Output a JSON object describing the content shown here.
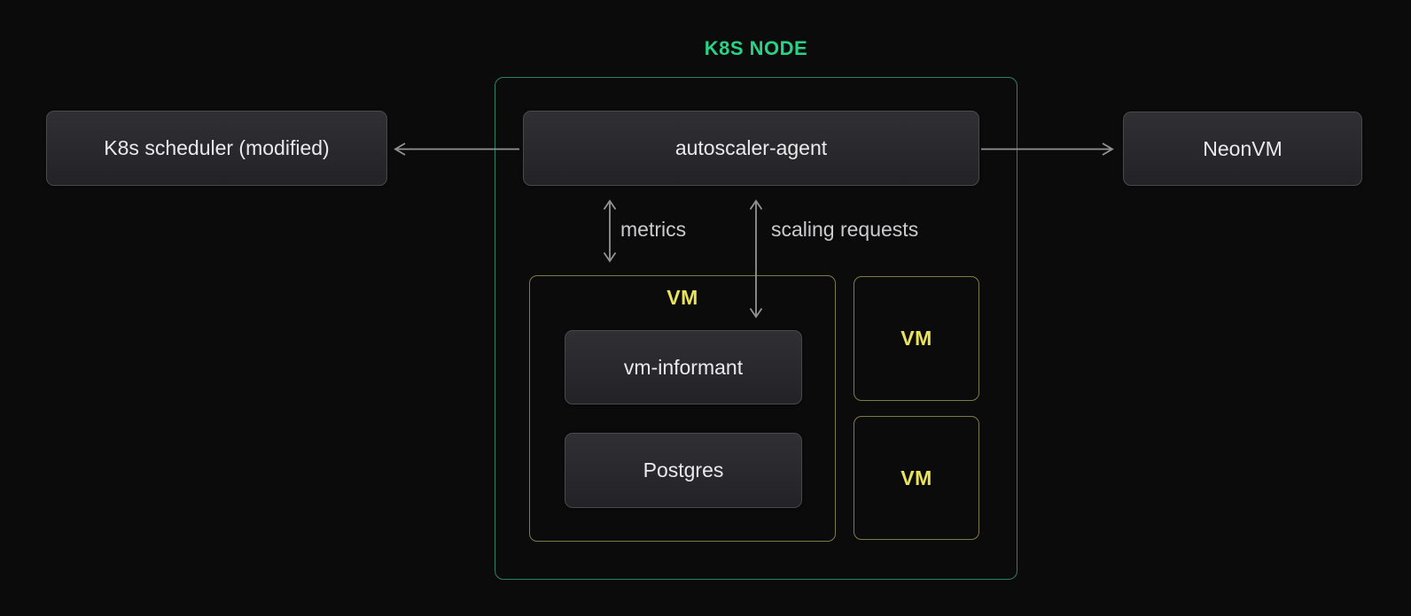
{
  "title": "K8S NODE",
  "left_node": {
    "label": "K8s scheduler (modified)"
  },
  "right_node": {
    "label": "NeonVM"
  },
  "k8s_node": {
    "agent": {
      "label": "autoscaler-agent"
    },
    "arrows": {
      "metrics_label": "metrics",
      "scaling_label": "scaling requests"
    },
    "main_vm": {
      "label": "VM",
      "children": [
        {
          "label": "vm-informant"
        },
        {
          "label": "Postgres"
        }
      ]
    },
    "other_vms": [
      {
        "label": "VM"
      },
      {
        "label": "VM"
      }
    ]
  },
  "colors": {
    "background": "#0b0b0c",
    "node_frame_green": "#2d8263",
    "title_green": "#28d286",
    "vm_frame_yellow": "#7f7b46",
    "vm_label_yellow": "#e9e35c",
    "component_fill_top": "#303034",
    "component_fill_bottom": "#232327",
    "component_border": "#49494d",
    "component_text": "#eaeaec",
    "arrow_gray": "#939395",
    "arrow_label_gray": "#cbcbcd"
  }
}
